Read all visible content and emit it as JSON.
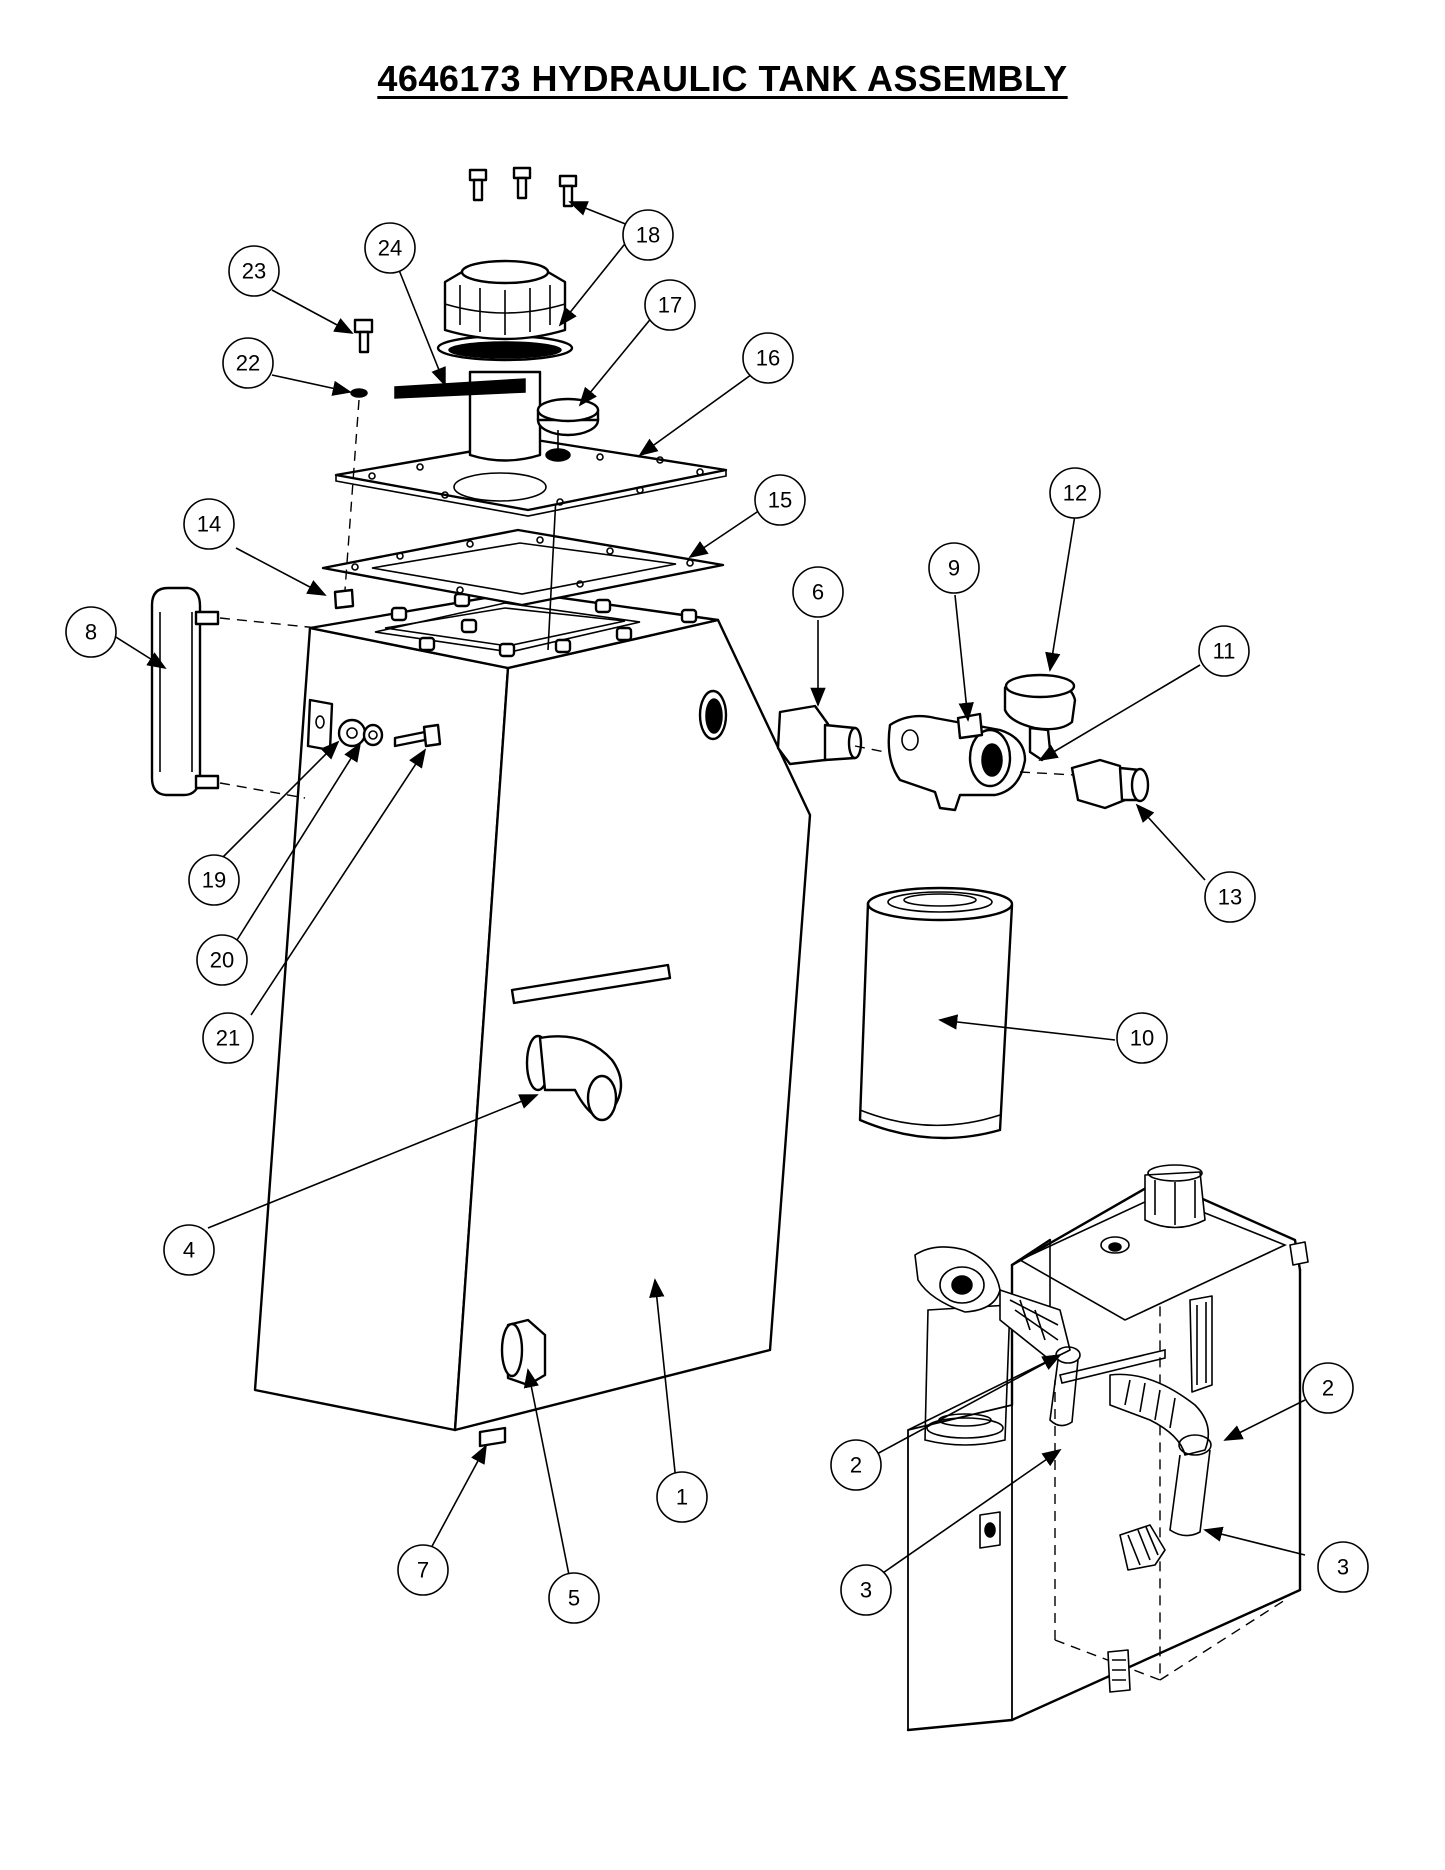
{
  "title": "4646173 HYDRAULIC TANK ASSEMBLY",
  "callouts": [
    {
      "id": "c1",
      "label": "1"
    },
    {
      "id": "c2a",
      "label": "2"
    },
    {
      "id": "c2b",
      "label": "2"
    },
    {
      "id": "c3a",
      "label": "3"
    },
    {
      "id": "c3b",
      "label": "3"
    },
    {
      "id": "c4",
      "label": "4"
    },
    {
      "id": "c5",
      "label": "5"
    },
    {
      "id": "c6",
      "label": "6"
    },
    {
      "id": "c7",
      "label": "7"
    },
    {
      "id": "c8",
      "label": "8"
    },
    {
      "id": "c9",
      "label": "9"
    },
    {
      "id": "c10",
      "label": "10"
    },
    {
      "id": "c11",
      "label": "11"
    },
    {
      "id": "c12",
      "label": "12"
    },
    {
      "id": "c13",
      "label": "13"
    },
    {
      "id": "c14",
      "label": "14"
    },
    {
      "id": "c15",
      "label": "15"
    },
    {
      "id": "c16",
      "label": "16"
    },
    {
      "id": "c17",
      "label": "17"
    },
    {
      "id": "c18",
      "label": "18"
    },
    {
      "id": "c19",
      "label": "19"
    },
    {
      "id": "c20",
      "label": "20"
    },
    {
      "id": "c21",
      "label": "21"
    },
    {
      "id": "c22",
      "label": "22"
    },
    {
      "id": "c23",
      "label": "23"
    },
    {
      "id": "c24",
      "label": "24"
    }
  ]
}
